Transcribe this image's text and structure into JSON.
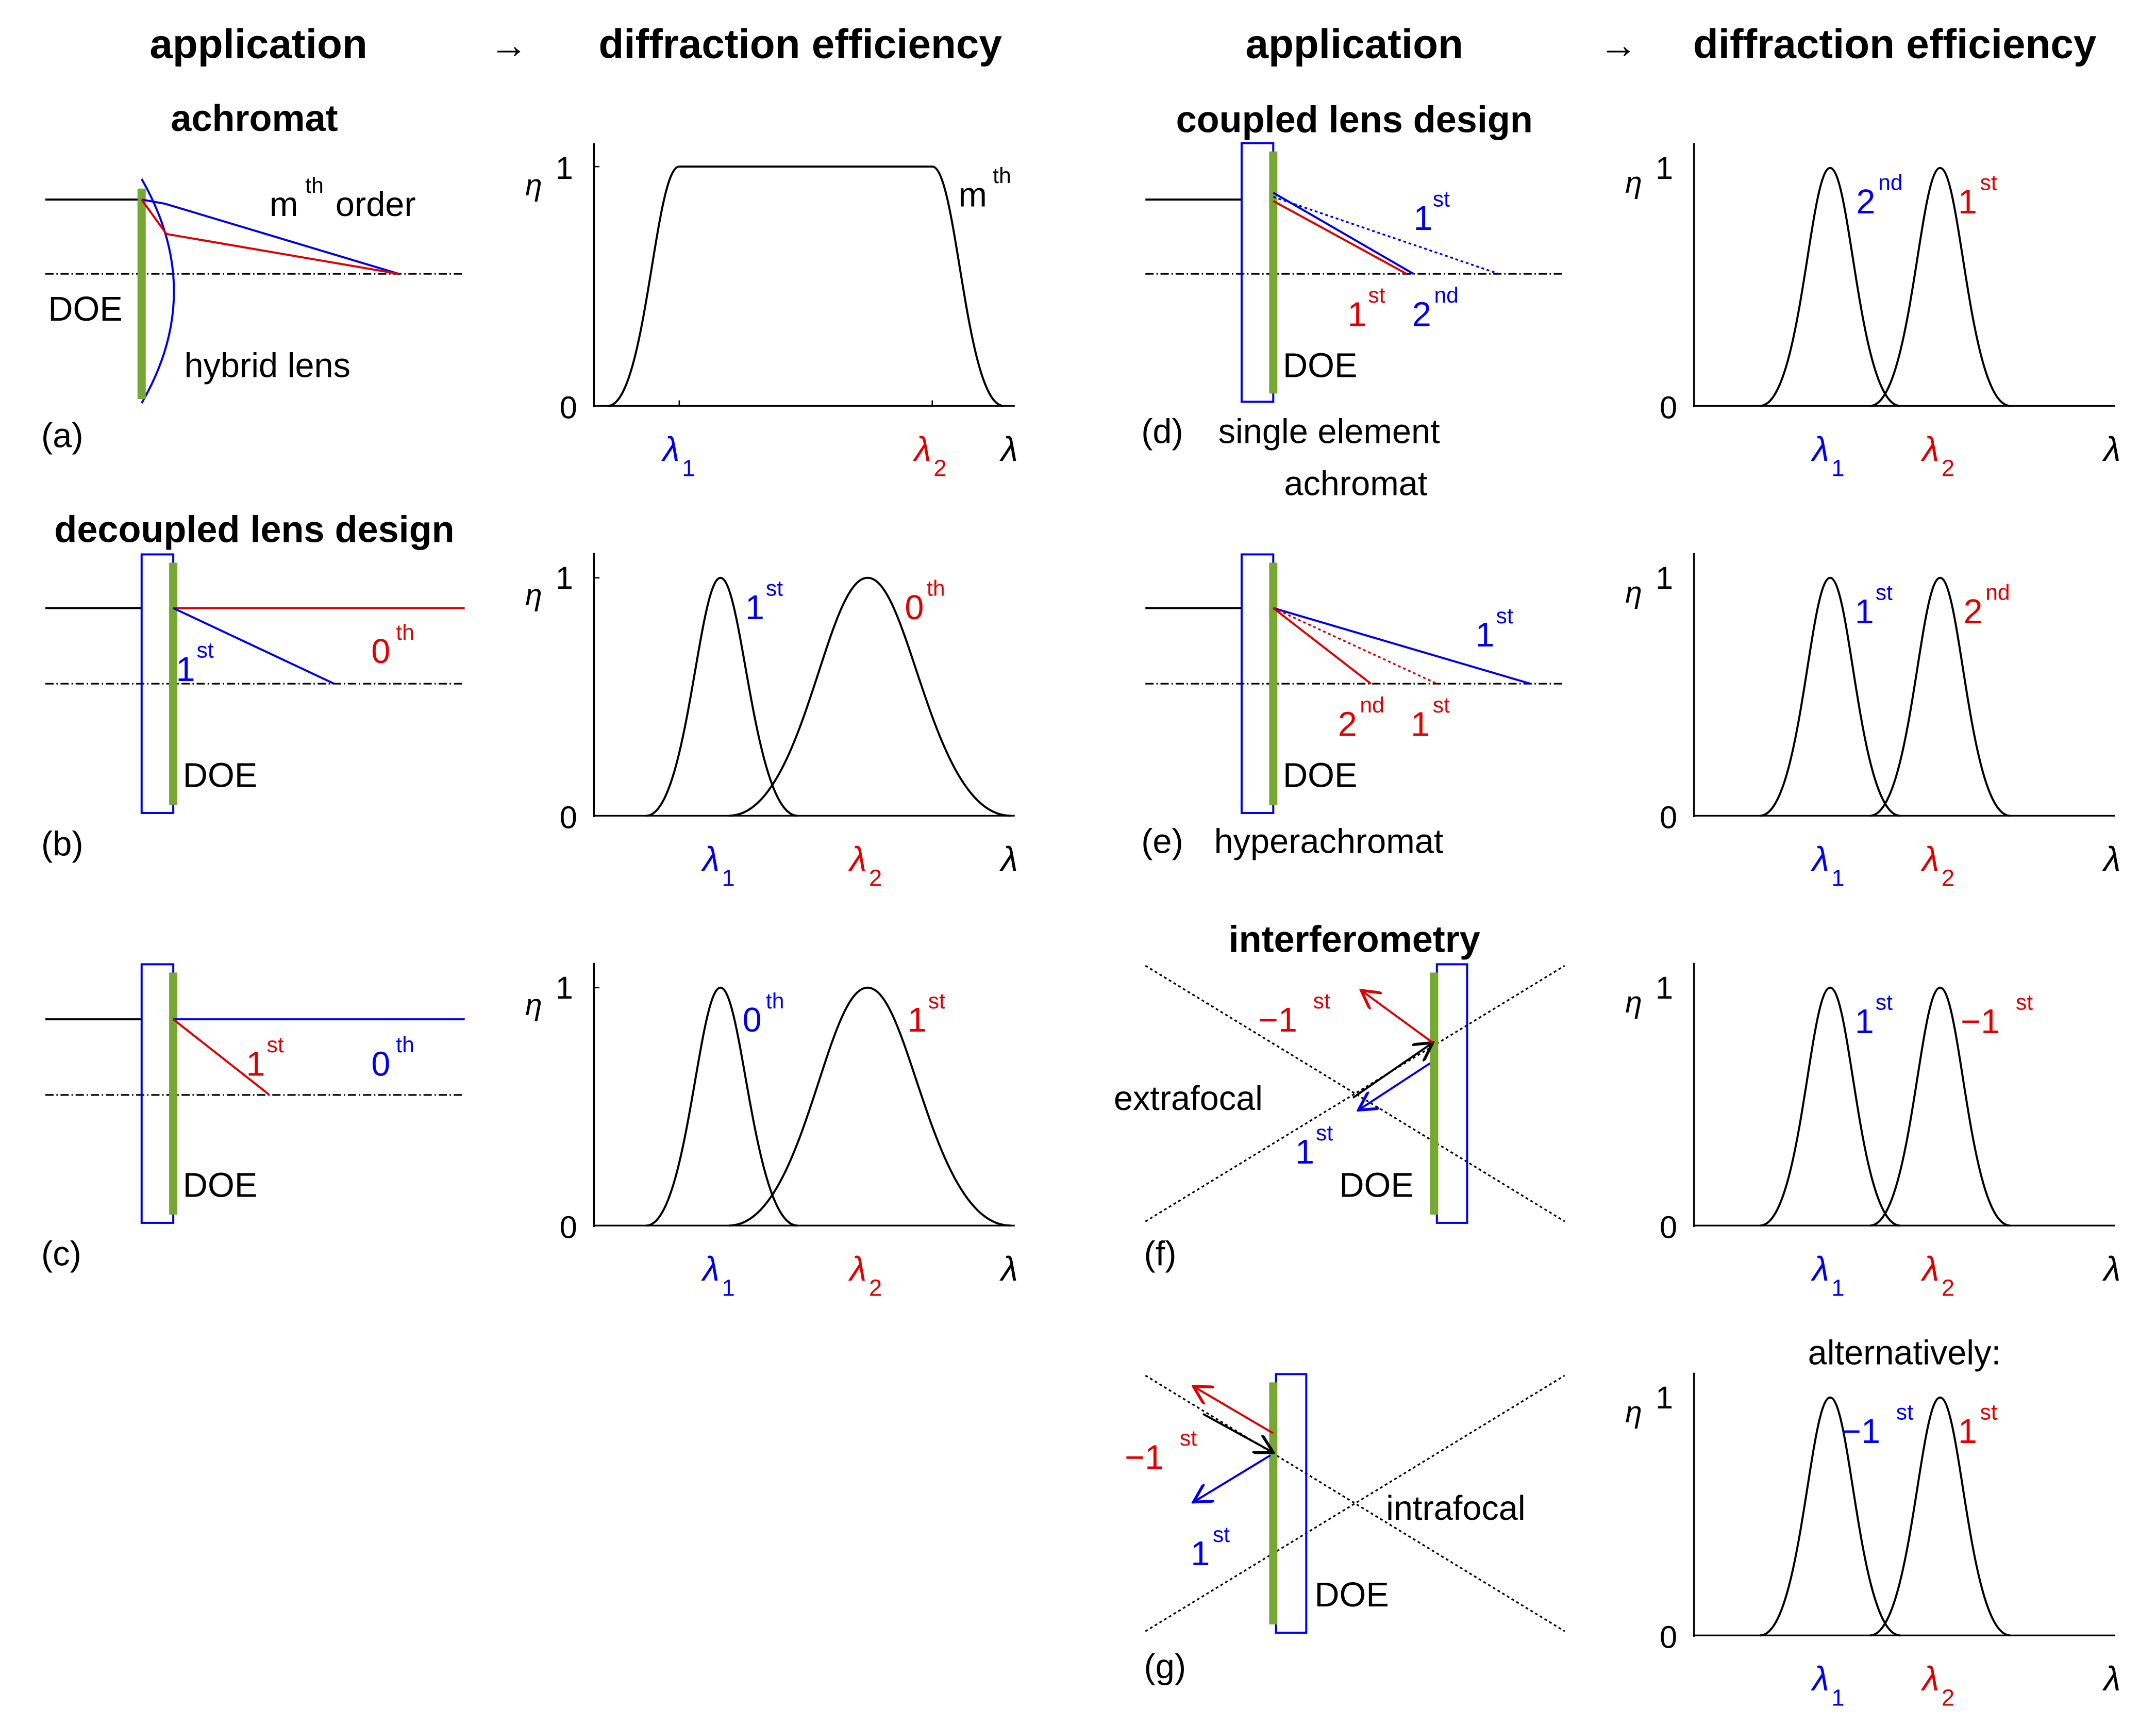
{
  "headers": {
    "left_app": "application",
    "left_eff": "diffraction efficiency",
    "right_app": "application",
    "right_eff": "diffraction efficiency",
    "arrow": "→"
  },
  "colors": {
    "blue": "#0000ee",
    "red": "#e00000",
    "green": "#76a832",
    "black": "#000000"
  },
  "sections": {
    "achromat": "achromat",
    "decoupled": "decoupled lens design",
    "coupled": "coupled lens design",
    "interferometry": "interferometry",
    "alternatively": "alternatively:"
  },
  "panels": {
    "a": {
      "label": "(a)",
      "doe": "DOE",
      "lens": "hybrid lens",
      "order_m": "m",
      "order_sup": "th",
      "order_word": "order"
    },
    "b": {
      "label": "(b)",
      "doe": "DOE",
      "o1": "1",
      "o1s": "st",
      "o0": "0",
      "o0s": "th"
    },
    "c": {
      "label": "(c)",
      "doe": "DOE",
      "o1": "1",
      "o1s": "st",
      "o0": "0",
      "o0s": "th"
    },
    "d": {
      "label": "(d)",
      "caption1": "single element",
      "caption2": "achromat",
      "doe": "DOE",
      "blue1": "1",
      "blue1s": "st",
      "red1": "1",
      "red1s": "st",
      "blue2": "2",
      "blue2s": "nd"
    },
    "e": {
      "label": "(e)",
      "caption": "hyperachromat",
      "doe": "DOE",
      "blue1": "1",
      "blue1s": "st",
      "red2": "2",
      "red2s": "nd",
      "red1": "1",
      "red1s": "st"
    },
    "f": {
      "label": "(f)",
      "doe": "DOE",
      "extra": "extrafocal",
      "redm1": "−1",
      "redm1s": "st",
      "blue1": "1",
      "blue1s": "st"
    },
    "g": {
      "label": "(g)",
      "doe": "DOE",
      "intra": "intrafocal",
      "redm1": "−1",
      "redm1s": "st",
      "blue1": "1",
      "blue1s": "st"
    }
  },
  "axes": {
    "eta": "η",
    "lambda": "λ",
    "one": "1",
    "zero": "0",
    "l1": "λ",
    "l1s": "1",
    "l2": "λ",
    "l2s": "2"
  },
  "chart_data": [
    {
      "type": "line",
      "panel": "a",
      "title": "",
      "xlabel": "λ",
      "ylabel": "η",
      "ylim": [
        0,
        1
      ],
      "xticks": [
        "λ1",
        "λ2"
      ],
      "series": [
        {
          "name": "mth",
          "shape": "flat-top",
          "from": "λ1",
          "to": "λ2",
          "peak": 1
        }
      ]
    },
    {
      "type": "line",
      "panel": "b",
      "xlabel": "λ",
      "ylabel": "η",
      "ylim": [
        0,
        1
      ],
      "xticks": [
        "λ1",
        "λ2"
      ],
      "series": [
        {
          "name": "1st",
          "center": "λ1",
          "peak": 1,
          "width": "narrow"
        },
        {
          "name": "0th",
          "center": "λ2",
          "peak": 1,
          "width": "wide"
        }
      ]
    },
    {
      "type": "line",
      "panel": "c",
      "xlabel": "λ",
      "ylabel": "η",
      "ylim": [
        0,
        1
      ],
      "xticks": [
        "λ1",
        "λ2"
      ],
      "series": [
        {
          "name": "0th",
          "center": "λ1",
          "peak": 1,
          "width": "narrow"
        },
        {
          "name": "1st",
          "center": "λ2",
          "peak": 1,
          "width": "wide"
        }
      ]
    },
    {
      "type": "line",
      "panel": "d",
      "xlabel": "λ",
      "ylabel": "η",
      "ylim": [
        0,
        1
      ],
      "xticks": [
        "λ1",
        "λ2"
      ],
      "series": [
        {
          "name": "2nd",
          "center": "λ1",
          "peak": 1
        },
        {
          "name": "1st",
          "center": "λ2",
          "peak": 1
        }
      ]
    },
    {
      "type": "line",
      "panel": "e",
      "xlabel": "λ",
      "ylabel": "η",
      "ylim": [
        0,
        1
      ],
      "xticks": [
        "λ1",
        "λ2"
      ],
      "series": [
        {
          "name": "1st",
          "center": "λ1",
          "peak": 1
        },
        {
          "name": "2nd",
          "center": "λ2",
          "peak": 1
        }
      ]
    },
    {
      "type": "line",
      "panel": "f",
      "xlabel": "λ",
      "ylabel": "η",
      "ylim": [
        0,
        1
      ],
      "xticks": [
        "λ1",
        "λ2"
      ],
      "series": [
        {
          "name": "1st",
          "center": "λ1",
          "peak": 1
        },
        {
          "name": "−1st",
          "center": "λ2",
          "peak": 1
        }
      ]
    },
    {
      "type": "line",
      "panel": "g",
      "title": "alternatively:",
      "xlabel": "λ",
      "ylabel": "η",
      "ylim": [
        0,
        1
      ],
      "xticks": [
        "λ1",
        "λ2"
      ],
      "series": [
        {
          "name": "−1st",
          "center": "λ1",
          "peak": 1
        },
        {
          "name": "1st",
          "center": "λ2",
          "peak": 1
        }
      ]
    }
  ]
}
